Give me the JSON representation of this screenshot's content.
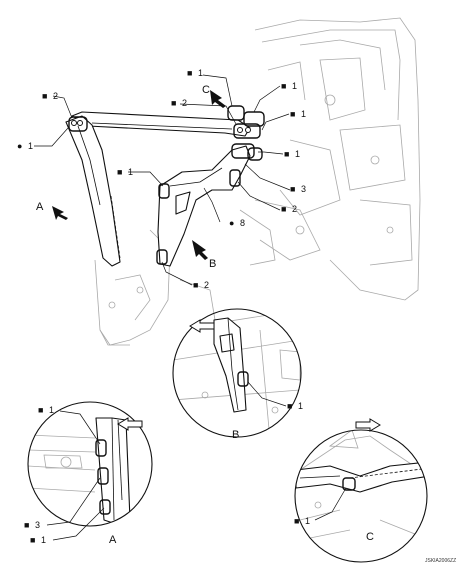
{
  "symbols": {
    "square": "■",
    "dot": "●"
  },
  "labels": {
    "n1": "1",
    "n2": "2",
    "n3": "3",
    "n8": "8",
    "view_a": "A",
    "view_b": "B",
    "view_c": "C"
  },
  "figure_code": "JSKIA2006ZZ",
  "colors": {
    "line": "#111111",
    "ghost": "#a9a9a9"
  }
}
